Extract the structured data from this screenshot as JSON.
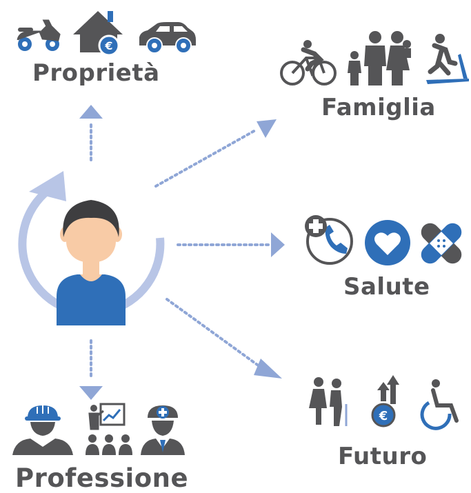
{
  "labels": {
    "proprieta": "Proprietà",
    "famiglia": "Famiglia",
    "salute": "Salute",
    "professione": "Professione",
    "futuro": "Futuro"
  },
  "colors": {
    "dark": "#555557",
    "blue": "#2f6fb8",
    "light_blue": "#b8c5e6",
    "dot": "#8fa6d6",
    "skin": "#f8cba6",
    "hair": "#3e3e40"
  },
  "icons": {
    "proprieta": [
      "scooter-icon",
      "house-euro-icon",
      "car-icon"
    ],
    "famiglia": [
      "cyclist-icon",
      "family-icon",
      "treadmill-icon"
    ],
    "salute": [
      "medical-phone-icon",
      "heart-icon",
      "bandage-icon"
    ],
    "professione": [
      "worker-icon",
      "presenter-icon",
      "doctor-icon"
    ],
    "futuro": [
      "elderly-couple-icon",
      "euro-growth-icon",
      "wheelchair-icon"
    ]
  }
}
